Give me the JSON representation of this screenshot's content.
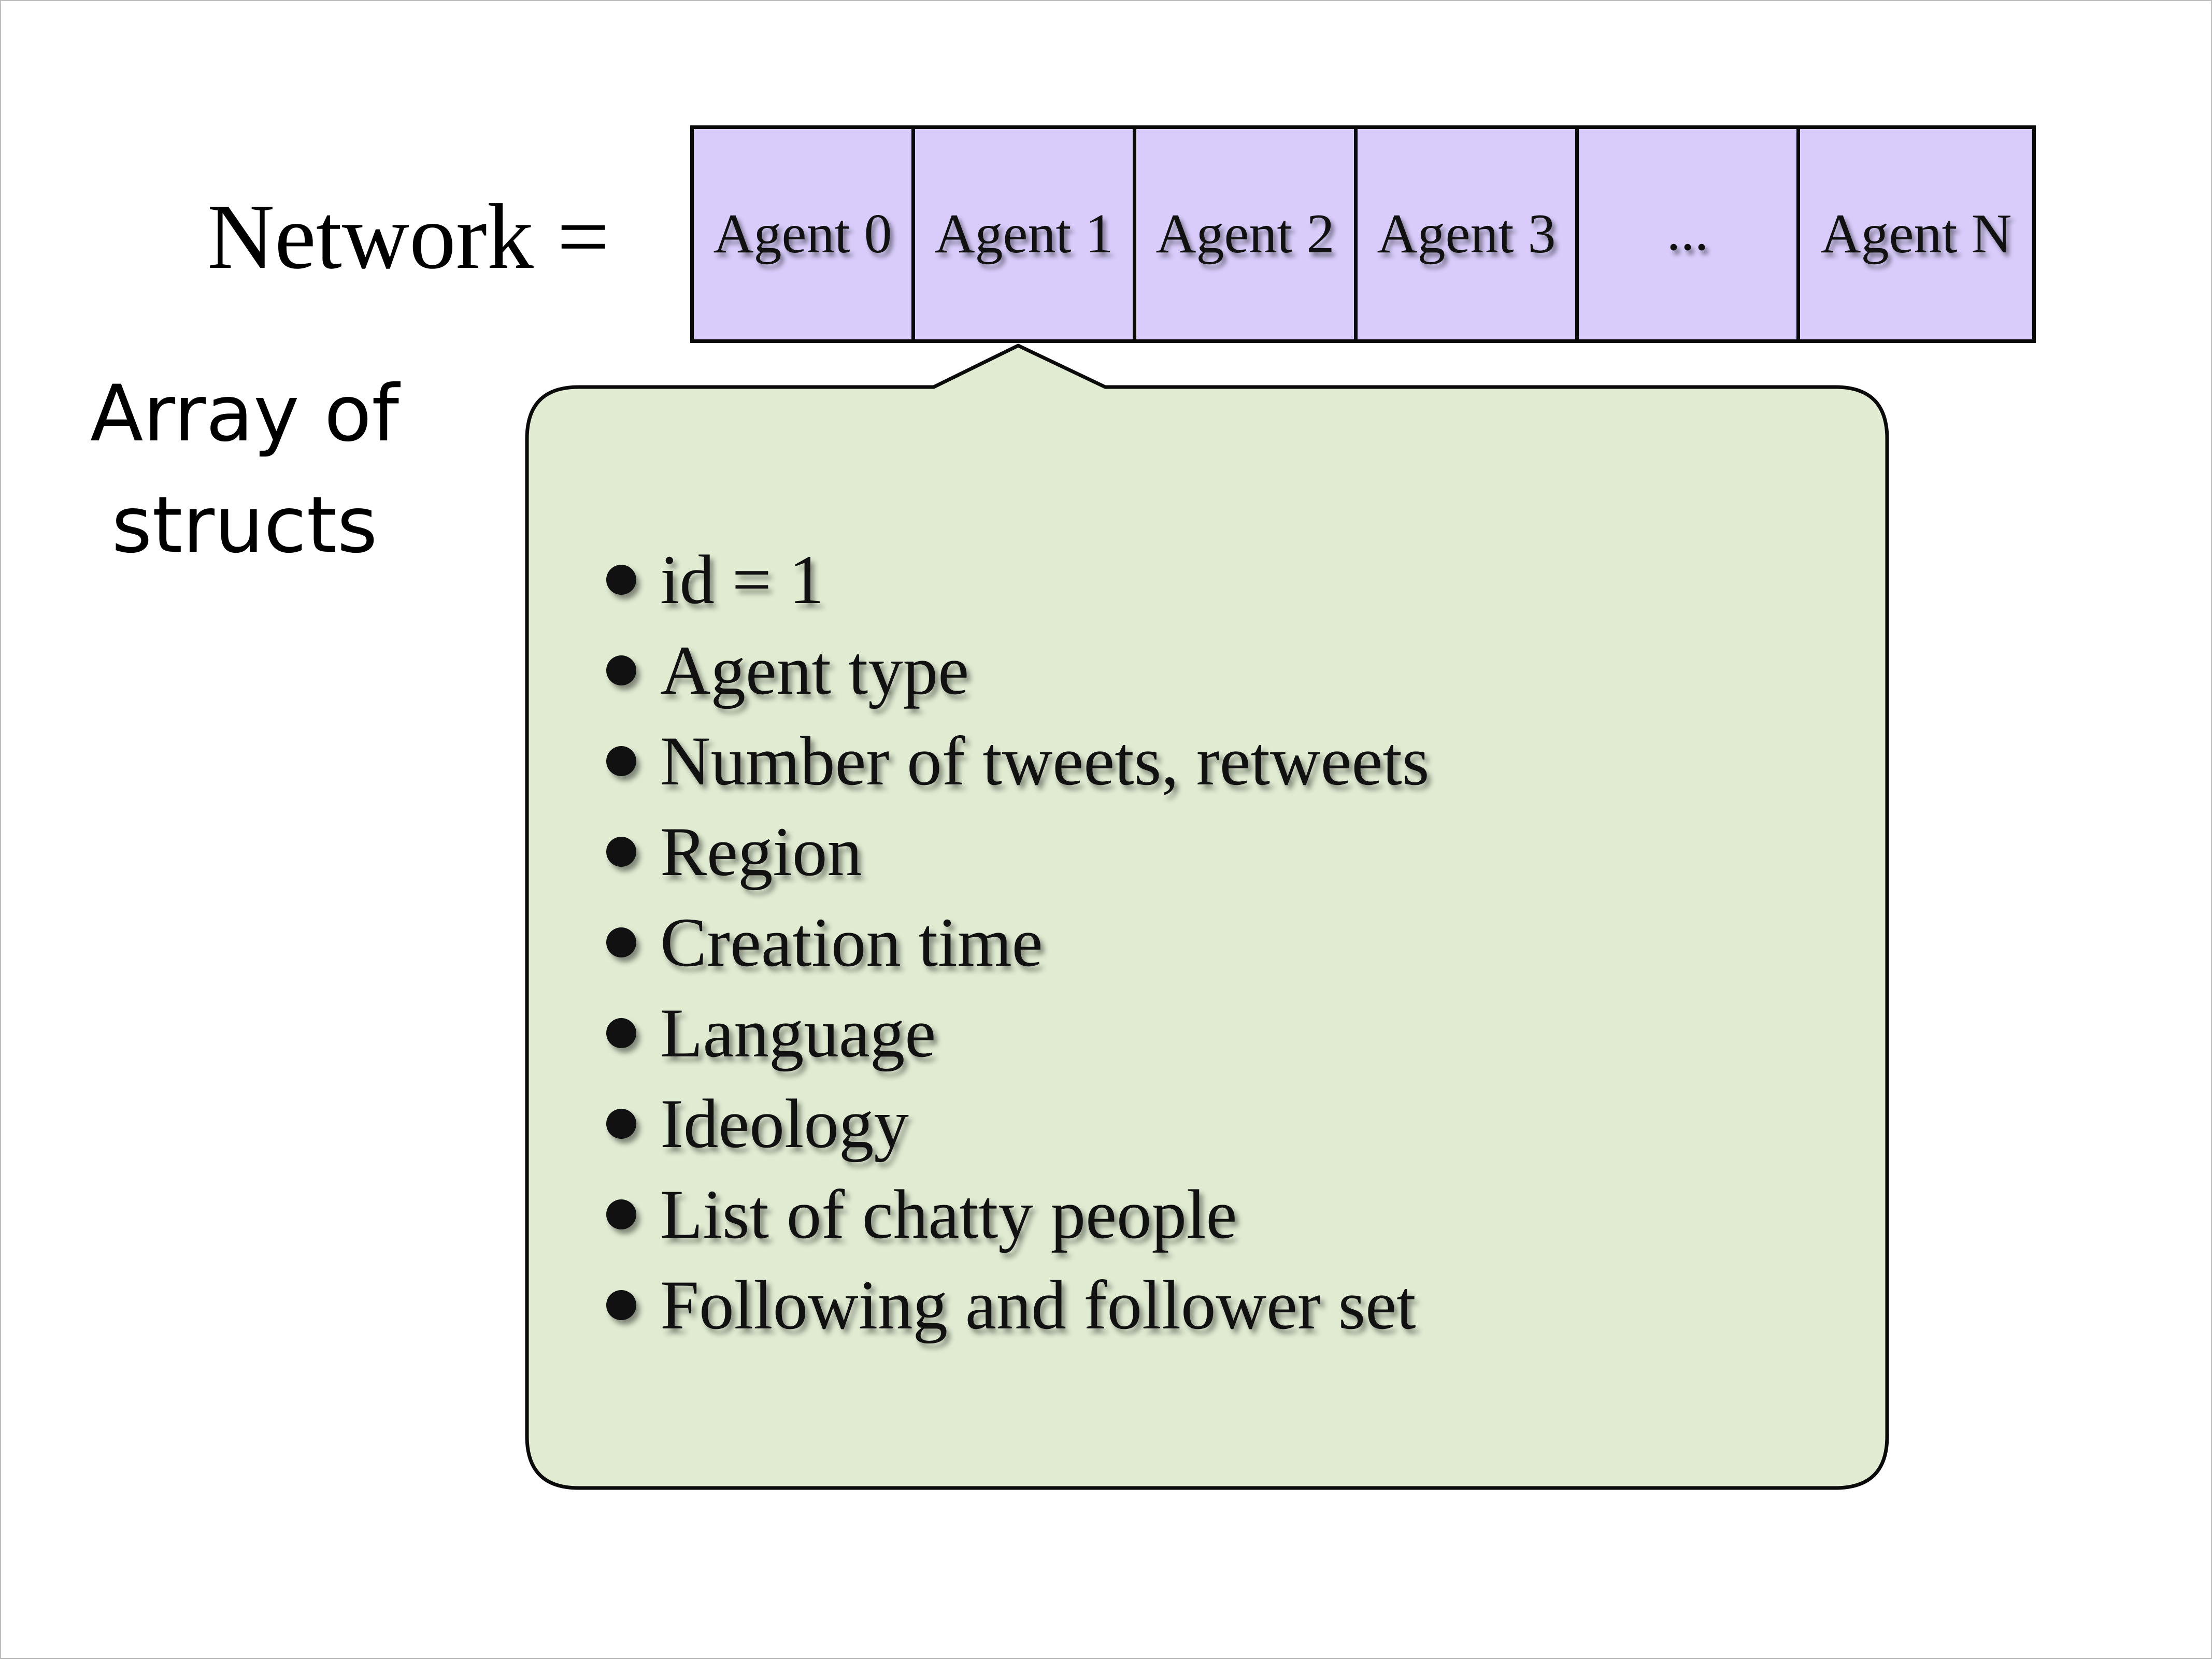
{
  "diagram": {
    "network_label": "Network =",
    "subtitle": "Array of structs",
    "agents": [
      "Agent 0",
      "Agent 1",
      "Agent 2",
      "Agent 3",
      "...",
      "Agent N"
    ],
    "callout_attributes": [
      "id = 1",
      "Agent type",
      "Number of tweets, retweets",
      "Region",
      "Creation time",
      "Language",
      "Ideology",
      "List of chatty people",
      "Following and follower set"
    ]
  },
  "colors": {
    "agent_fill": "#d9ccfb",
    "callout_fill": "#e0ebd2",
    "border": "#0a0a0a"
  }
}
